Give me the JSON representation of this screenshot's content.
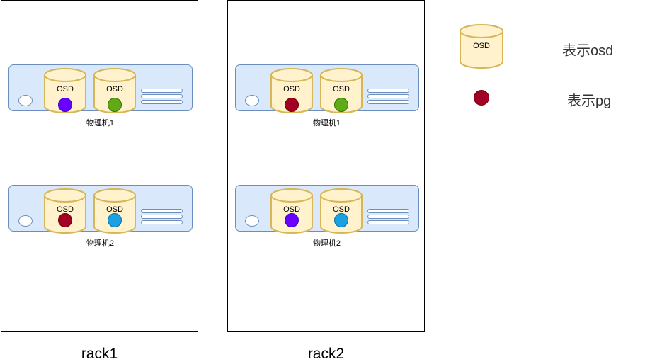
{
  "racks": [
    {
      "label": "rack1",
      "hosts": [
        {
          "label": "物理机1",
          "osds": [
            {
              "text": "OSD",
              "pg_color": "#6a00ff"
            },
            {
              "text": "OSD",
              "pg_color": "#60a917"
            }
          ]
        },
        {
          "label": "物理机2",
          "osds": [
            {
              "text": "OSD",
              "pg_color": "#a20025"
            },
            {
              "text": "OSD",
              "pg_color": "#1ba1e2"
            }
          ]
        }
      ]
    },
    {
      "label": "rack2",
      "hosts": [
        {
          "label": "物理机1",
          "osds": [
            {
              "text": "OSD",
              "pg_color": "#a20025"
            },
            {
              "text": "OSD",
              "pg_color": "#60a917"
            }
          ]
        },
        {
          "label": "物理机2",
          "osds": [
            {
              "text": "OSD",
              "pg_color": "#6a00ff"
            },
            {
              "text": "OSD",
              "pg_color": "#1ba1e2"
            }
          ]
        }
      ]
    }
  ],
  "legend": {
    "osd_text": "OSD",
    "osd_label": "表示osd",
    "pg_label": "表示pg",
    "pg_color": "#a20025"
  },
  "colors": {
    "server_fill": "#dae8fc",
    "server_stroke": "#6c8ebf",
    "osd_fill": "#fff2cc",
    "osd_stroke": "#d6b656"
  }
}
